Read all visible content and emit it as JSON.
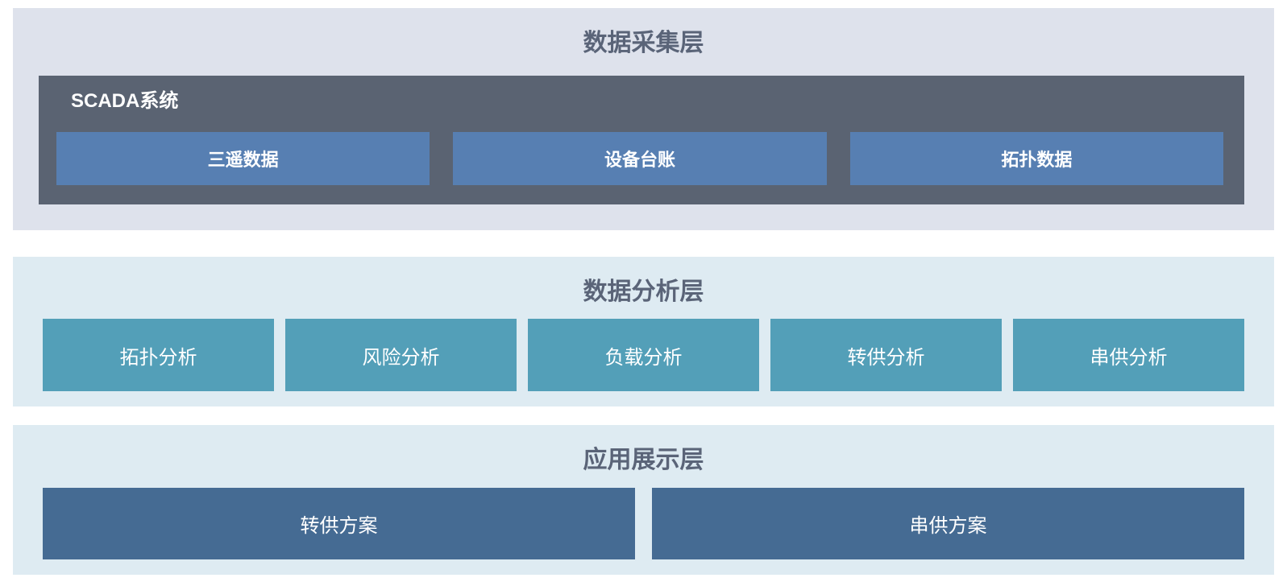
{
  "diagram": {
    "layers": [
      {
        "title": "数据采集层",
        "scada": {
          "title": "SCADA系统",
          "boxes": [
            "三遥数据",
            "设备台账",
            "拓扑数据"
          ]
        }
      },
      {
        "title": "数据分析层",
        "boxes": [
          "拓扑分析",
          "风险分析",
          "负载分析",
          "转供分析",
          "串供分析"
        ]
      },
      {
        "title": "应用展示层",
        "boxes": [
          "转供方案",
          "串供方案"
        ]
      }
    ],
    "colors": {
      "page_bg": "#ffffff",
      "collection_layer_bg": "#dee2ec",
      "scada_panel_bg": "#5a6372",
      "scada_box_bg": "#577fb2",
      "analysis_layer_bg": "#deebf2",
      "analysis_box_bg": "#539fb8",
      "app_layer_bg": "#deebf2",
      "app_box_bg": "#456b93",
      "title_text": "#5a6478",
      "box_text": "#ffffff"
    }
  }
}
